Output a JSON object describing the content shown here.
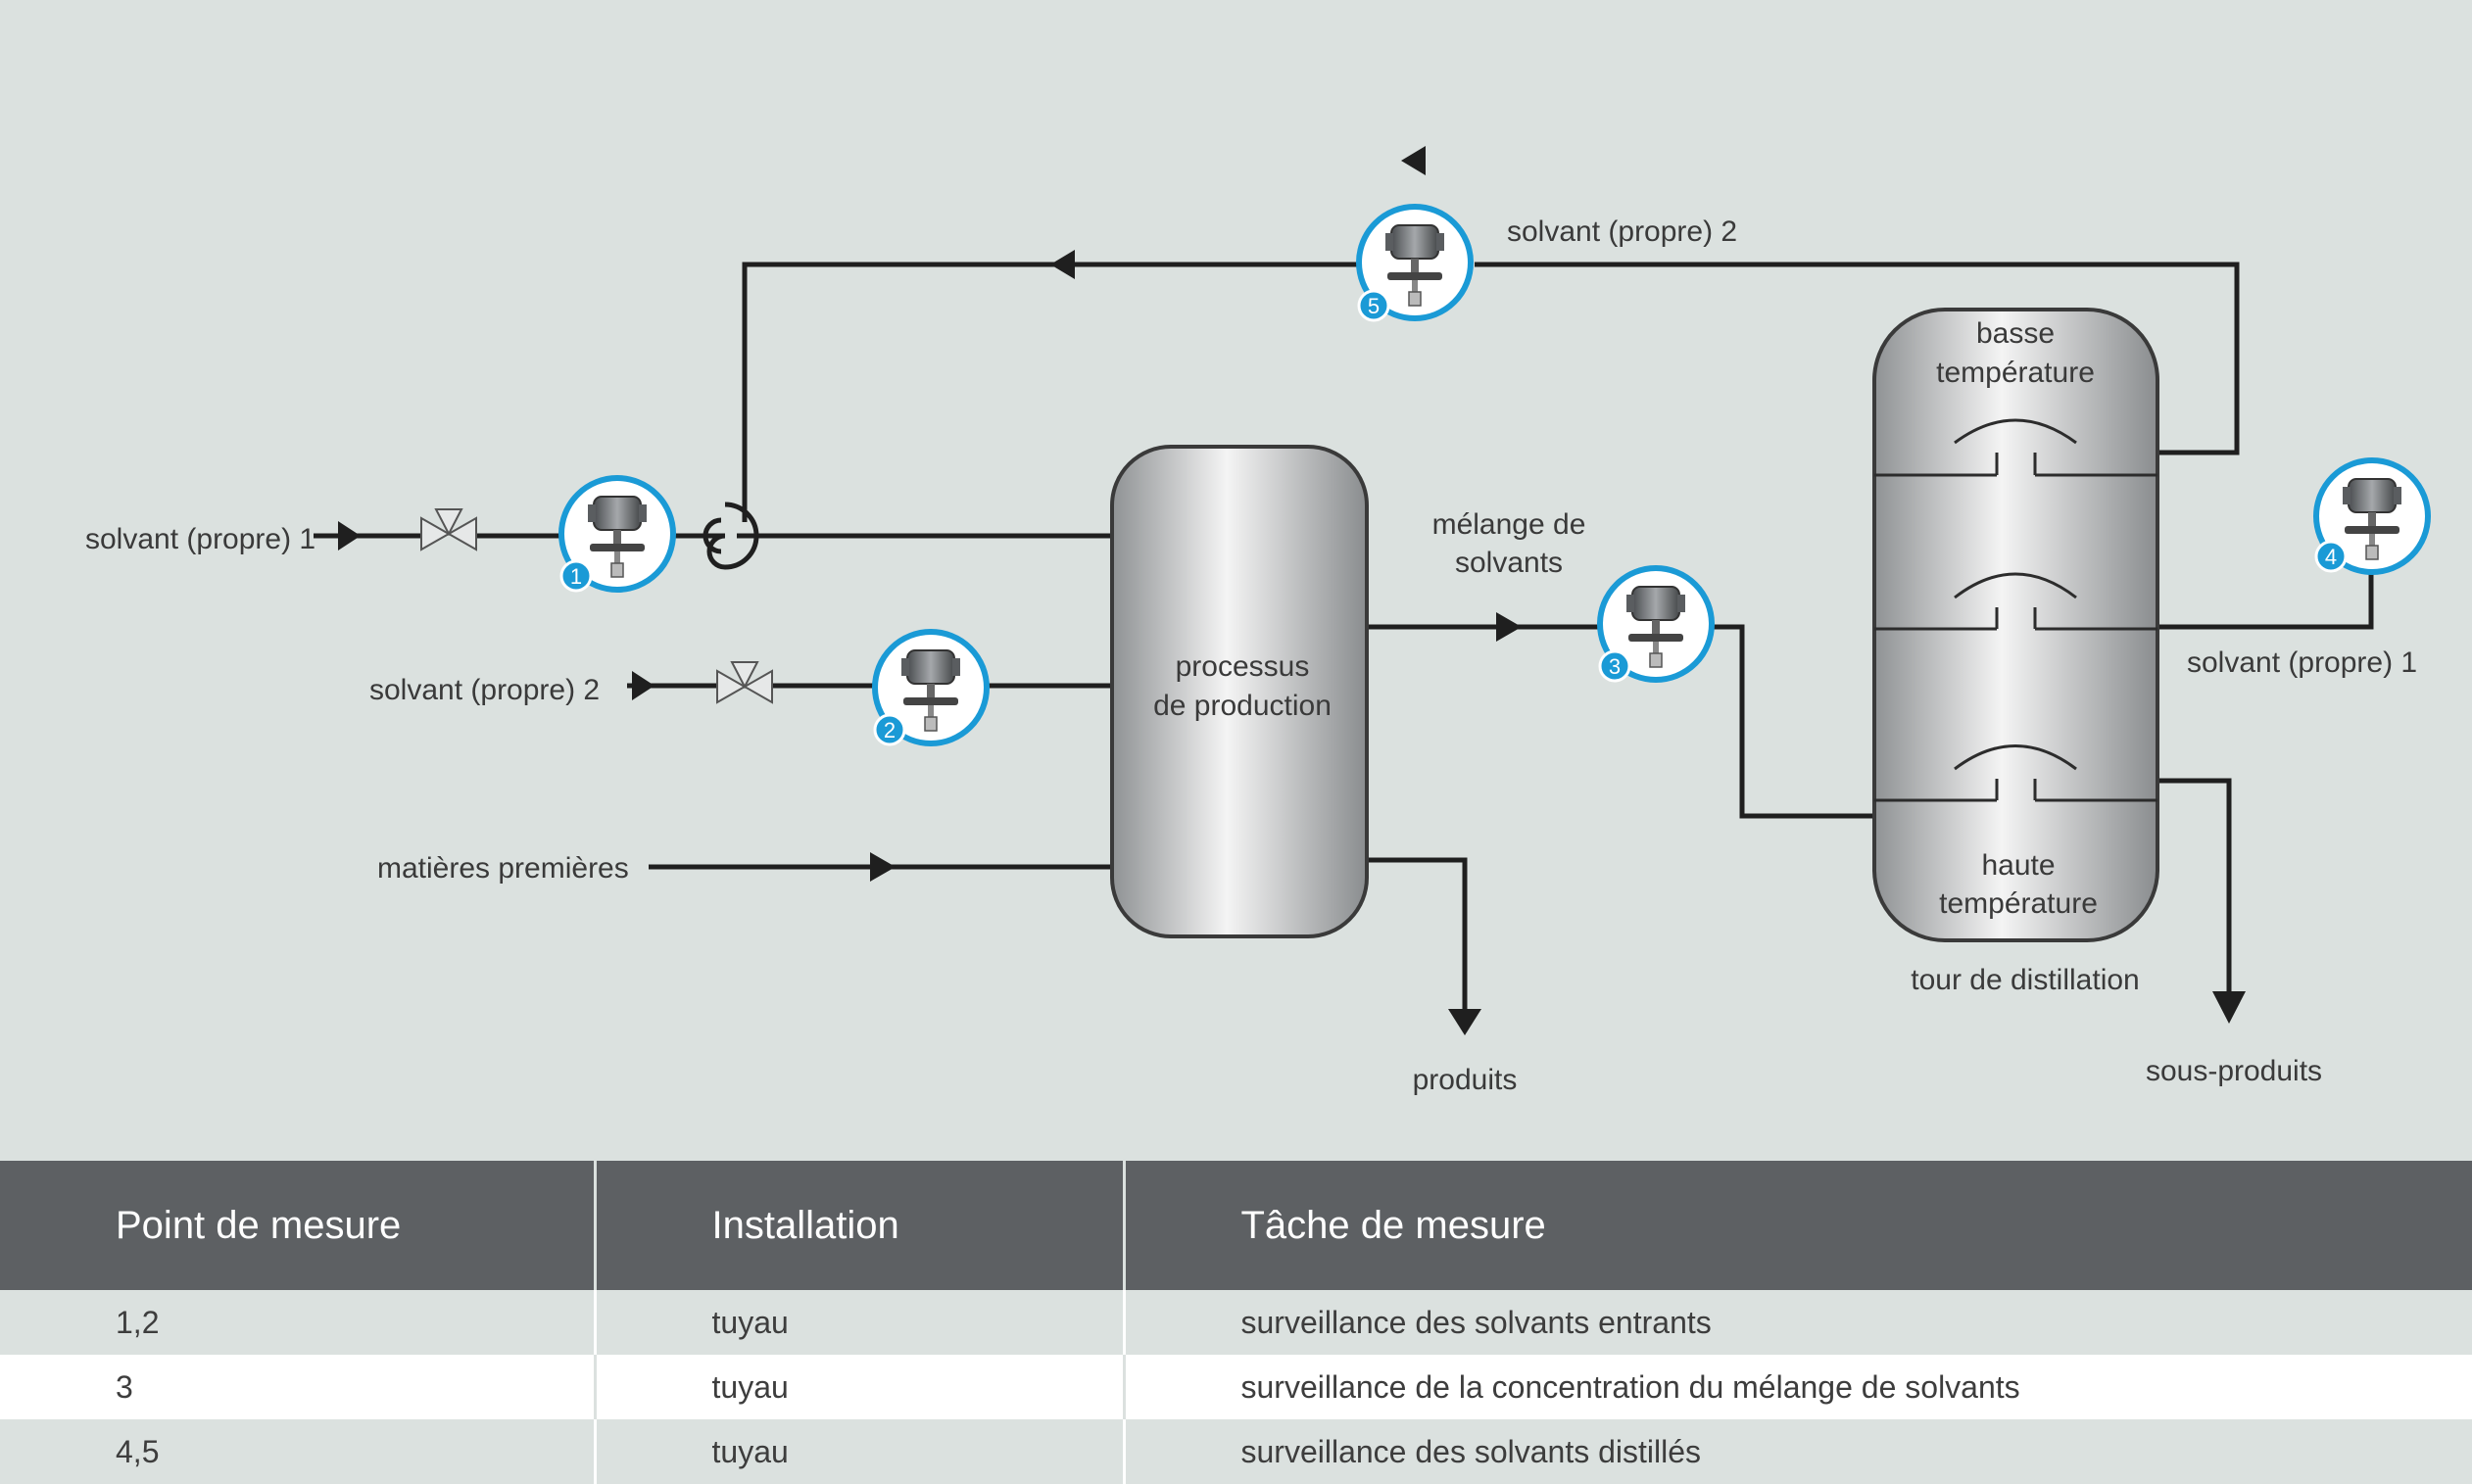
{
  "diagram": {
    "labels": {
      "solvent_in_1": "solvant (propre) 1",
      "solvent_in_2": "solvant (propre) 2",
      "raw_materials": "matières premières",
      "process_line1": "processus",
      "process_line2": "de production",
      "mixture_line1": "mélange de",
      "mixture_line2": "solvants",
      "products": "produits",
      "solvent_return_2": "solvant (propre) 2",
      "solvent_return_1": "solvant (propre) 1",
      "tower_top_line1": "basse",
      "tower_top_line2": "température",
      "tower_bottom_line1": "haute",
      "tower_bottom_line2": "température",
      "tower_name": "tour de distillation",
      "byproducts": "sous-produits"
    },
    "sensor_numbers": [
      "1",
      "2",
      "3",
      "4",
      "5"
    ],
    "colors": {
      "line": "#1f1f1f",
      "sensor_ring": "#1a9ad6",
      "badge": "#1a9ad6",
      "vessel": "#a9acae"
    }
  },
  "table": {
    "headers": [
      "Point de mesure",
      "Installation",
      "Tâche de mesure"
    ],
    "rows": [
      [
        "1,2",
        "tuyau",
        "surveillance des solvants entrants"
      ],
      [
        "3",
        "tuyau",
        "surveillance de la concentration du mélange de solvants"
      ],
      [
        "4,5",
        "tuyau",
        "surveillance des solvants distillés"
      ]
    ]
  }
}
